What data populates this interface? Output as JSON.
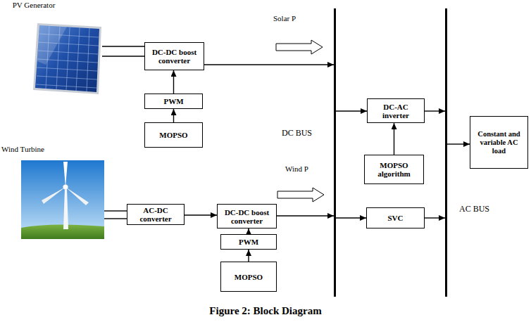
{
  "diagram": {
    "caption": "Figure 2: Block Diagram",
    "nodes": [
      {
        "text": [
          "PV Generator"
        ]
      },
      {
        "text": [
          "DC-DC boost converter"
        ]
      },
      {
        "text": [
          "PWM"
        ]
      },
      {
        "text": [
          "MOPSO"
        ]
      },
      {
        "text": [
          "DC BUS"
        ]
      },
      {
        "text": [
          "DC-AC inverter"
        ]
      },
      {
        "text": [
          "MOPSO algorithm"
        ]
      },
      {
        "text": [
          "AC BUS"
        ]
      },
      {
        "text": [
          "Constant and variable AC load"
        ]
      },
      {
        "text": [
          "Wind Turbine"
        ]
      },
      {
        "text": [
          "AC-DC converter"
        ]
      },
      {
        "text": [
          "DC-DC boost converter"
        ]
      },
      {
        "text": [
          "PWM"
        ]
      },
      {
        "text": [
          "MOPSO"
        ]
      },
      {
        "text": [
          "SVC"
        ]
      }
    ],
    "edges": [
      {
        "from": 0,
        "to": 1,
        "arrow": "none"
      },
      {
        "from": 2,
        "to": 1,
        "arrow": "to"
      },
      {
        "from": 3,
        "to": 2,
        "arrow": "to"
      },
      {
        "from": 1,
        "to": 4,
        "arrow": "to"
      },
      {
        "from": 4,
        "to": 5,
        "arrow": "to"
      },
      {
        "from": 6,
        "to": 5,
        "arrow": "to"
      },
      {
        "from": 5,
        "to": 7,
        "arrow": "to"
      },
      {
        "from": 7,
        "to": 8,
        "arrow": "to"
      },
      {
        "from": 9,
        "to": 10,
        "arrow": "none"
      },
      {
        "from": 10,
        "to": 11,
        "arrow": "to"
      },
      {
        "from": 12,
        "to": 11,
        "arrow": "to"
      },
      {
        "from": 13,
        "to": 12,
        "arrow": "to"
      },
      {
        "from": 11,
        "to": 4,
        "arrow": "to"
      },
      {
        "from": 4,
        "to": 14,
        "arrow": "to"
      },
      {
        "from": 14,
        "to": 7,
        "arrow": "to"
      }
    ],
    "labels": [
      "Solar P",
      "Wind P"
    ]
  }
}
